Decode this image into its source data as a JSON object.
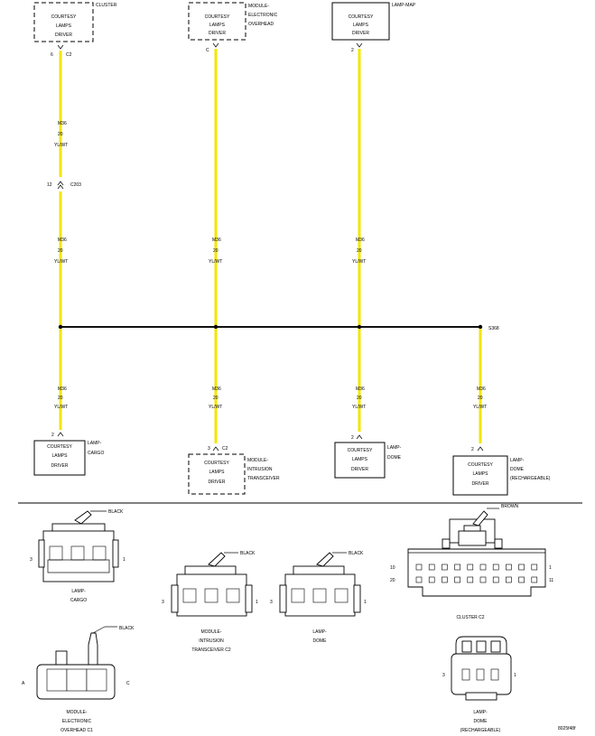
{
  "top_components": {
    "cluster": {
      "name": "CLUSTER",
      "block": [
        "COURTESY",
        "LAMPS",
        "DRIVER"
      ],
      "pin": "6",
      "connector": "C2"
    },
    "overhead": {
      "name": [
        "MODULE-",
        "ELECTRONIC",
        "OVERHEAD"
      ],
      "block": [
        "COURTESY",
        "LAMPS",
        "DRIVER"
      ],
      "pin": "C"
    },
    "map": {
      "name": "LAMP-MAP",
      "block": [
        "COURTESY",
        "LAMPS",
        "DRIVER"
      ],
      "pin": "2"
    }
  },
  "inline_connector": {
    "pin": "12",
    "name": "C203"
  },
  "wire": {
    "circuit": "M36",
    "gauge": "20",
    "color": "YL/WT"
  },
  "splice": {
    "name": "S368"
  },
  "bottom_components": {
    "cargo": {
      "name": [
        "LAMP-",
        "CARGO"
      ],
      "block": [
        "COURTESY",
        "LAMPS",
        "DRIVER"
      ],
      "pin": "2"
    },
    "intrusion": {
      "name": [
        "MODULE-",
        "INTRUSION",
        "TRANSCEIVER"
      ],
      "block": [
        "COURTESY",
        "LAMPS",
        "DRIVER"
      ],
      "pin": "3",
      "connector": "C2"
    },
    "dome": {
      "name": [
        "LAMP-",
        "DOME"
      ],
      "block": [
        "COURTESY",
        "LAMPS",
        "DRIVER"
      ],
      "pin": "2"
    },
    "rechargeable": {
      "name": [
        "LAMP-",
        "DOME",
        "(RECHARGEABLE)"
      ],
      "block": [
        "COURTESY",
        "LAMPS",
        "DRIVER"
      ],
      "pin": "2"
    }
  },
  "connector_views": {
    "cargo": {
      "color": "BLACK",
      "left_pin": "3",
      "right_pin": "1",
      "label": [
        "LAMP-",
        "CARGO"
      ]
    },
    "intrusion": {
      "color": "BLACK",
      "left_pin": "3",
      "right_pin": "1",
      "label": [
        "MODULE-",
        "INTRUSION",
        "TRANSCEIVER C2"
      ]
    },
    "dome": {
      "color": "BLACK",
      "left_pin": "3",
      "right_pin": "1",
      "label": [
        "LAMP-",
        "DOME"
      ]
    },
    "cluster": {
      "color": "BROWN",
      "pins": [
        "10",
        "1",
        "20",
        "11"
      ],
      "label": "CLUSTER C2"
    },
    "overhead": {
      "color": "BLACK",
      "left_pin": "A",
      "right_pin": "C",
      "label": [
        "MODULE-",
        "ELECTRONIC",
        "OVERHEAD C1"
      ]
    },
    "rechargeable": {
      "left_pin": "3",
      "right_pin": "1",
      "label": [
        "LAMP-",
        "DOME",
        "(RECHARGEABLE)"
      ]
    }
  },
  "figure_id": "8025f48f"
}
